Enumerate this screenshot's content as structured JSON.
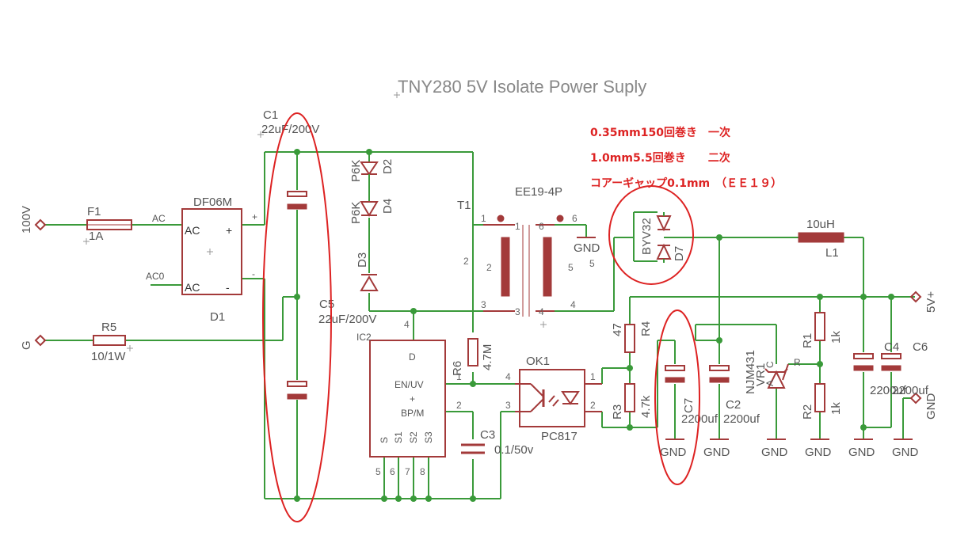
{
  "title": "TNY280 5V Isolate Power Suply",
  "notes": [
    "0.35mm150回巻き　一次",
    "1.0mm5.5回巻き　　二次",
    "コアーギャップ0.1mm　（ＥＥ１９）"
  ],
  "inputs": {
    "ac_in": "100V",
    "gnd_in": "G",
    "out_5v": "5V+",
    "out_gnd": "GND"
  },
  "fuse": {
    "name": "F1",
    "value": "1A"
  },
  "bridge": {
    "name": "DF06M",
    "ref": "D1",
    "pin_ac1": "AC",
    "pin_ac2": "AC",
    "pin_plus": "+",
    "pin_minus": "-",
    "net_ac": "AC",
    "net_ac0": "AC0",
    "plus_mark": "+",
    "minus_mark": "-"
  },
  "r5": {
    "name": "R5",
    "value": "10/1W"
  },
  "c1": {
    "name": "C1",
    "value": "22uF/200V"
  },
  "c5": {
    "name": "C5",
    "value": "22uF/200V"
  },
  "d2": {
    "name": "D2",
    "value": "P6K"
  },
  "d4": {
    "name": "D4",
    "value": "P6K"
  },
  "d3": {
    "name": "D3"
  },
  "t1": {
    "name": "T1",
    "core": "EE19-4P",
    "pins": [
      "1",
      "2",
      "3",
      "4",
      "5",
      "6"
    ]
  },
  "ic2": {
    "name": "IC2",
    "pin_d": "D",
    "pin_enuv": "EN/UV",
    "pin_bpm": "BP/M",
    "pin_s": [
      "S",
      "S1",
      "S2",
      "S3"
    ],
    "pin_nums": [
      "4",
      "1",
      "2",
      "5",
      "6",
      "7",
      "8"
    ]
  },
  "r6": {
    "name": "R6",
    "value": "4.7M"
  },
  "c3": {
    "name": "C3",
    "value": "0.1/50v"
  },
  "ok1": {
    "name": "OK1",
    "part": "PC817",
    "pins": [
      "4",
      "3",
      "1",
      "2"
    ]
  },
  "d7": {
    "name": "D7",
    "part": "BYV32"
  },
  "l1": {
    "name": "L1",
    "value": "10uH"
  },
  "r4": {
    "name": "R4",
    "value": "47"
  },
  "r3": {
    "name": "R3",
    "value": "4.7k"
  },
  "c7": {
    "name": "C7",
    "value": "2200uf"
  },
  "c2": {
    "name": "C2",
    "value": "2200uf"
  },
  "vr1": {
    "name": "VR1",
    "part": "NJM431",
    "pins": [
      "A",
      "C",
      "R"
    ]
  },
  "r1": {
    "name": "R1",
    "value": "1k"
  },
  "r2": {
    "name": "R2",
    "value": "1k"
  },
  "c4": {
    "name": "C4",
    "value": "2200uf"
  },
  "c6": {
    "name": "C6",
    "value": "2200uf"
  },
  "gnd_label": "GND",
  "colors": {
    "wire": "#3a9a3a",
    "part": "#a33a3a",
    "highlight": "#dd2222",
    "label": "#555555"
  }
}
